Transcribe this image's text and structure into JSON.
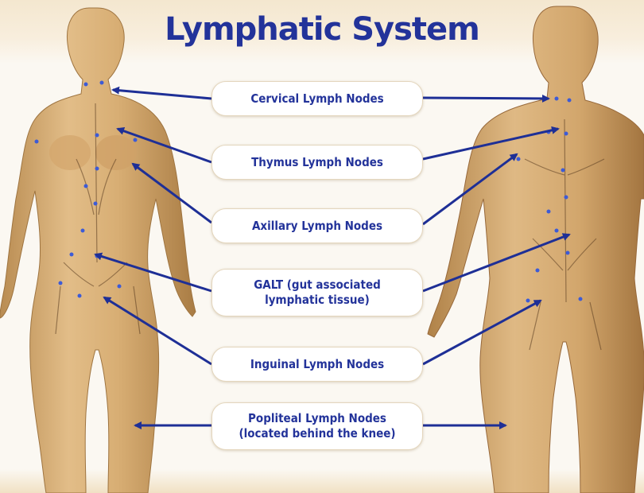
{
  "title": "Lymphatic System",
  "labels": [
    {
      "id": "cervical",
      "text": "Cervical Lymph Nodes"
    },
    {
      "id": "thymus",
      "text": "Thymus Lymph Nodes"
    },
    {
      "id": "axillary",
      "text": "Axillary Lymph Nodes"
    },
    {
      "id": "galt",
      "text": "GALT (gut associated\nlymphatic tissue)"
    },
    {
      "id": "inguinal",
      "text": "Inguinal Lymph Nodes"
    },
    {
      "id": "popliteal",
      "text": "Popliteal Lymph Nodes\n(located behind the knee)"
    }
  ],
  "colors": {
    "title": "#23339a",
    "arrow": "#1e2f96",
    "skin": "#d9b07a",
    "skin_shadow": "#b98c52",
    "vessel": "#5a3c20",
    "node": "#3d5bd6"
  }
}
